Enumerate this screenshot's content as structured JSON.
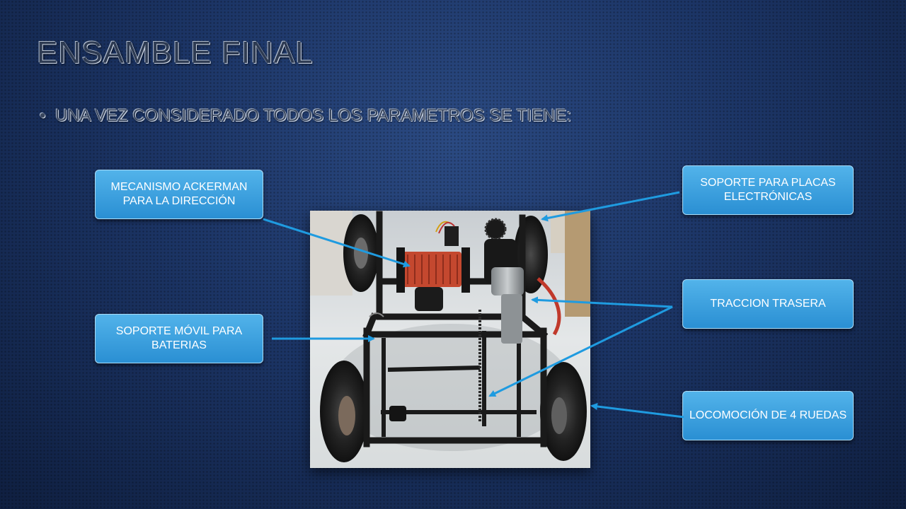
{
  "slide": {
    "title": "ENSAMBLE FINAL",
    "bullet_symbol": "•",
    "bullet_text": "UNA VEZ CONSIDERADO TODOS LOS PARAMETROS SE TIENE:"
  },
  "callouts": {
    "ackerman": "MECANISMO ACKERMAN PARA LA DIRECCIÓN",
    "placas": "SOPORTE PARA PLACAS ELECTRÓNICAS",
    "traccion": "TRACCION TRASERA",
    "baterias": "SOPORTE MÓVIL PARA BATERIAS",
    "locomocion": "LOCOMOCIÓN DE 4 RUEDAS"
  },
  "colors": {
    "callout_fill": "#2a8fd3",
    "arrow": "#1f9be0",
    "background": "#1c3566"
  },
  "icons": {
    "bullet": "bullet-dot",
    "photo": "robot-chassis-photo"
  }
}
